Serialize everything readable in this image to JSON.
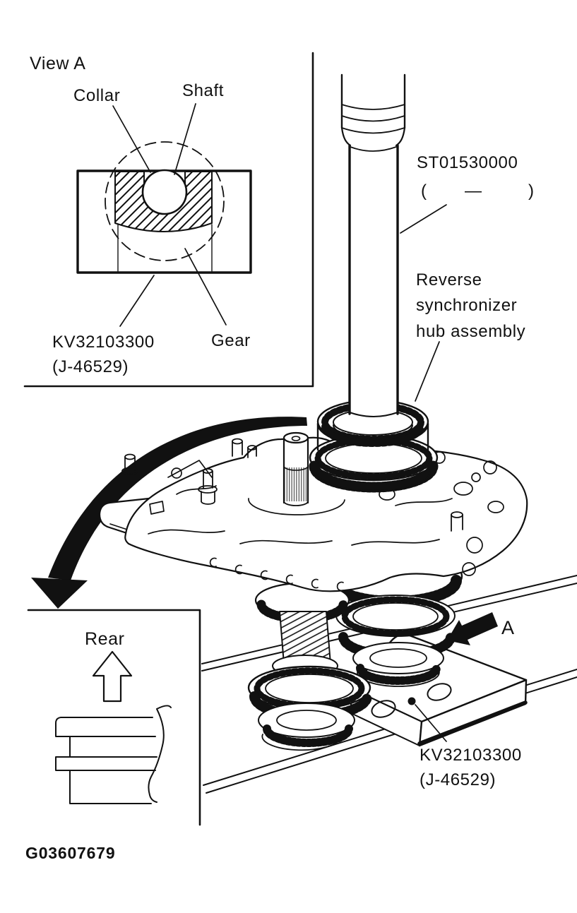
{
  "figure": {
    "code": "G03607679"
  },
  "inset_view_a": {
    "title": "View A",
    "collar_label": "Collar",
    "shaft_label": "Shaft",
    "gear_label": "Gear",
    "tool_code": "KV32103300",
    "tool_ref": "(J-46529)"
  },
  "main_view": {
    "drift_tool_code": "ST01530000",
    "drift_tool_ref_open": "(",
    "drift_tool_ref_dash": "—",
    "drift_tool_ref_close": ")",
    "hub_label_lines": [
      "Reverse",
      "synchronizer",
      "hub assembly"
    ],
    "direction_label": "A",
    "adapter_tool_code": "KV32103300",
    "adapter_tool_ref": "(J-46529)"
  },
  "inset_rear": {
    "title": "Rear"
  },
  "colors": {
    "line": "#111111",
    "background": "#ffffff"
  }
}
